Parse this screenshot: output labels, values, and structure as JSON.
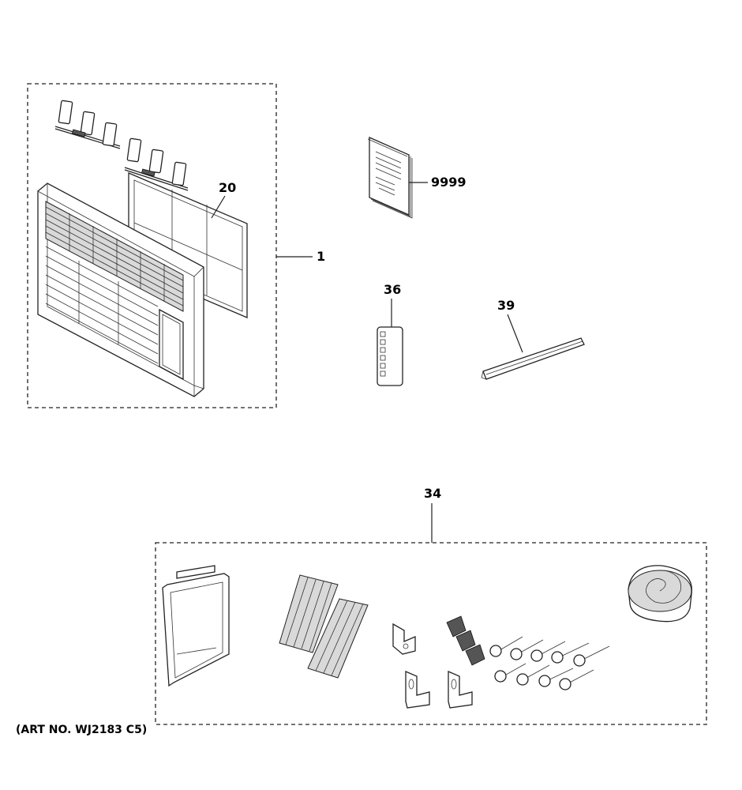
{
  "callouts": {
    "front_panel": "1",
    "filter": "20",
    "manual": "9999",
    "remote": "36",
    "rail": "39",
    "install_kit": "34"
  },
  "art_number": "(ART NO. WJ2183 C5)"
}
